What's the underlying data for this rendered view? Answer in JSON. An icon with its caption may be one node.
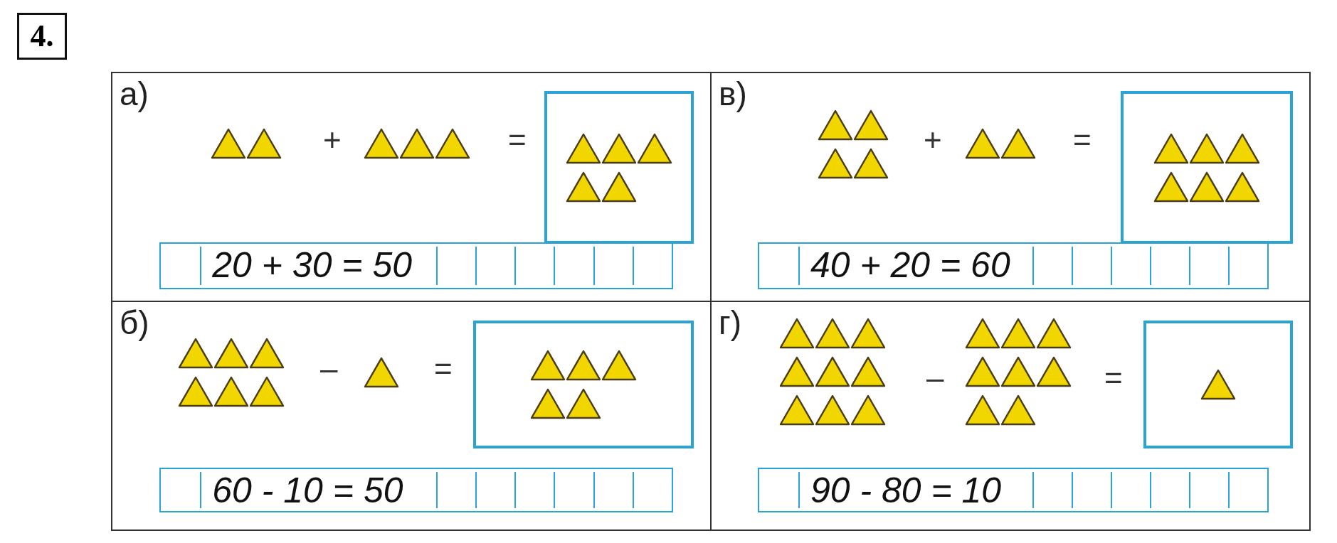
{
  "diagram": {
    "nodes": [
      {
        "text": [
          "а)"
        ]
      },
      {
        "text": [],
        "shape": "box",
        "in": 0
      },
      {
        "text": [
          "20 + 30 = 50"
        ],
        "in": 0
      },
      {
        "text": [
          "в)"
        ]
      },
      {
        "text": [],
        "shape": "box",
        "in": 3
      },
      {
        "text": [
          "40 + 20 = 60"
        ],
        "in": 3
      },
      {
        "text": [
          "б)"
        ]
      },
      {
        "text": [],
        "shape": "box",
        "in": 6
      },
      {
        "text": [
          "60 - 10 = 50"
        ],
        "in": 6
      },
      {
        "text": [
          "г)"
        ]
      },
      {
        "text": [],
        "shape": "box",
        "in": 9
      },
      {
        "text": [
          "90 - 80 = 10"
        ],
        "in": 9
      }
    ],
    "labels": [
      "4.",
      "+",
      "=",
      "+",
      "=",
      "–",
      "=",
      "–",
      "="
    ]
  }
}
